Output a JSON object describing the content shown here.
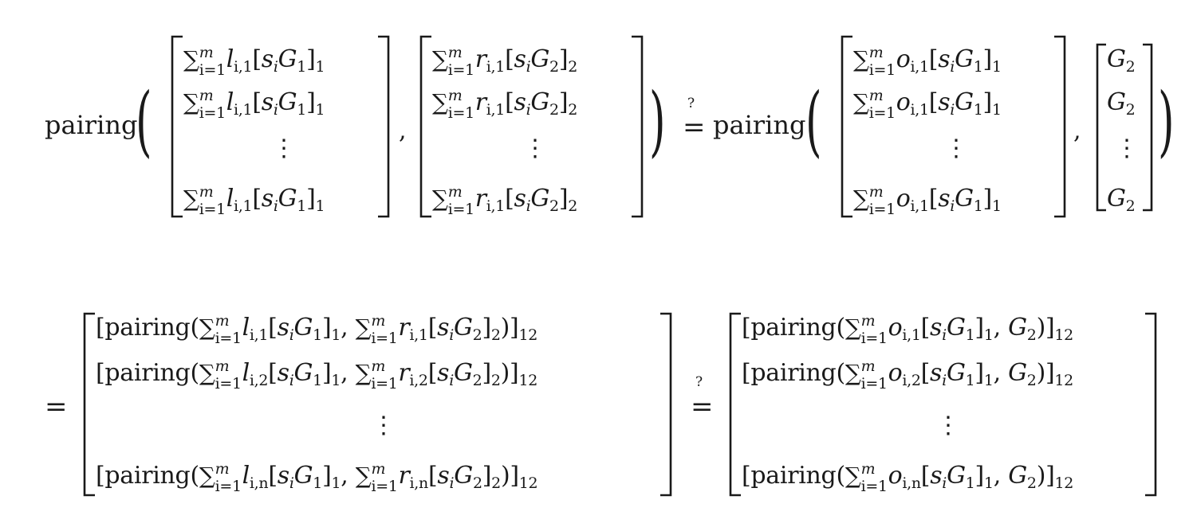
{
  "equation": {
    "line1": {
      "lhs_fn": "pairing",
      "rhs_fn": "pairing",
      "op": "=",
      "q": "?",
      "comma_lhs": ",",
      "comma_rhs": ",",
      "open_paren": "(",
      "close_paren": ")",
      "vdots": "⋮",
      "matrix_l": {
        "sym": "l",
        "sub": "i,1",
        "grp": "s",
        "grp_sub": "i",
        "G": "G",
        "G_sub": "1",
        "outer_sub": "1"
      },
      "matrix_r": {
        "sym": "r",
        "sub": "i,1",
        "grp": "s",
        "grp_sub": "i",
        "G": "G",
        "G_sub": "2",
        "outer_sub": "2"
      },
      "matrix_o": {
        "sym": "o",
        "sub": "i,1",
        "grp": "s",
        "grp_sub": "i",
        "G": "G",
        "G_sub": "1",
        "outer_sub": "1"
      },
      "matrix_g": {
        "G": "G",
        "G_sub": "2"
      },
      "sum": {
        "symbol": "∑",
        "upper": "m",
        "lower": "i=1"
      }
    },
    "line2": {
      "op1": "=",
      "op2": "=",
      "q": "?",
      "vdots": "⋮",
      "pairing": "pairing",
      "outer_sub": "12",
      "left_rows": [
        {
          "l_sub": "i,1",
          "r_sub": "i,1"
        },
        {
          "l_sub": "i,2",
          "r_sub": "i,2"
        },
        {
          "l_sub": "i,n",
          "r_sub": "i,n"
        }
      ],
      "right_rows": [
        {
          "o_sub": "i,1"
        },
        {
          "o_sub": "i,2"
        },
        {
          "o_sub": "i,n"
        }
      ]
    }
  }
}
